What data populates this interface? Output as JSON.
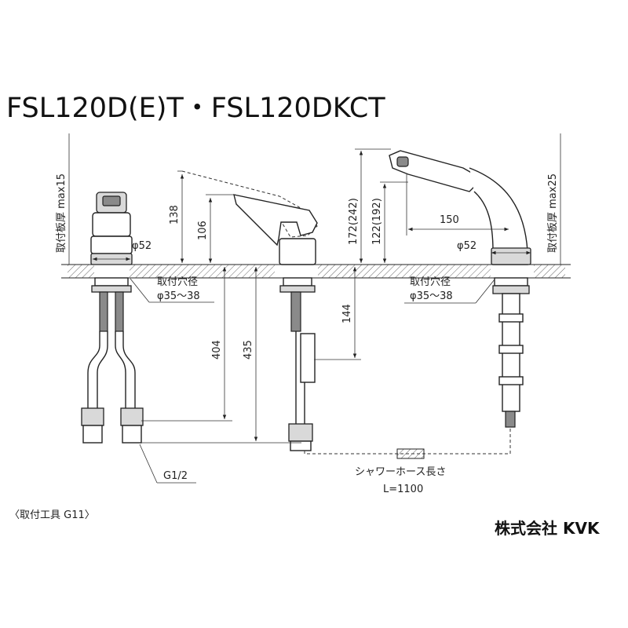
{
  "title": "FSL120D(E)T・FSL120DKCT",
  "left_view": {
    "plate_thickness_label": "取付板厚 max15",
    "diameter_label": "φ52",
    "hole_label_line1": "取付穴径",
    "hole_label_line2": "φ35～38",
    "thread_label": "G1/2"
  },
  "middle_view": {
    "dim_138": "138",
    "dim_106": "106",
    "dim_404": "404",
    "dim_435": "435",
    "dim_144": "144"
  },
  "right_view": {
    "dim_172": "172(242)",
    "dim_122": "122(192)",
    "dim_150": "150",
    "diameter_label": "φ52",
    "plate_thickness_label": "取付板厚 max25",
    "hole_label_line1": "取付穴径",
    "hole_label_line2": "φ35～38",
    "hose_label": "シャワーホース長さ",
    "hose_length": "L=1100"
  },
  "footer": {
    "tool_note": "〈取付工具 G11〉",
    "company": "株式会社 KVK"
  }
}
